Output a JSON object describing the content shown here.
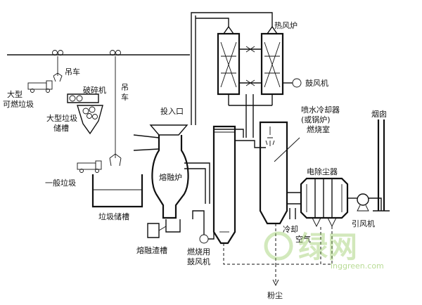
{
  "labels": {
    "crane1": "吊车",
    "crane2_l1": "吊",
    "crane2_l2": "车",
    "large_combustible_l1": "大型",
    "large_combustible_l2": "可燃垃圾",
    "crusher": "破碎机",
    "large_storage_l1": "大型垃圾",
    "large_storage_l2": "储槽",
    "general_waste": "一般垃圾",
    "waste_storage": "垃圾储槽",
    "feed_port": "投入口",
    "melting_furnace": "熔融炉",
    "slag_tank": "熔融渣槽",
    "combustion_blower_l1": "燃烧用",
    "combustion_blower_l2": "鼓风机",
    "hot_blast_stove": "热风炉",
    "blower": "鼓风机",
    "spray_cooler_l1": "喷水冷却器",
    "spray_cooler_l2": "(或锅炉)",
    "spray_cooler_l3": "燃烧室",
    "chimney": "烟囱",
    "electrostatic_precipitator": "电除尘器",
    "cooling_air_l1": "冷却",
    "cooling_air_l2": "空气",
    "induced_fan": "引风机",
    "fly_ash": "粉尘"
  },
  "watermark": {
    "brand": "绿网",
    "url": "lnggreen.com"
  }
}
